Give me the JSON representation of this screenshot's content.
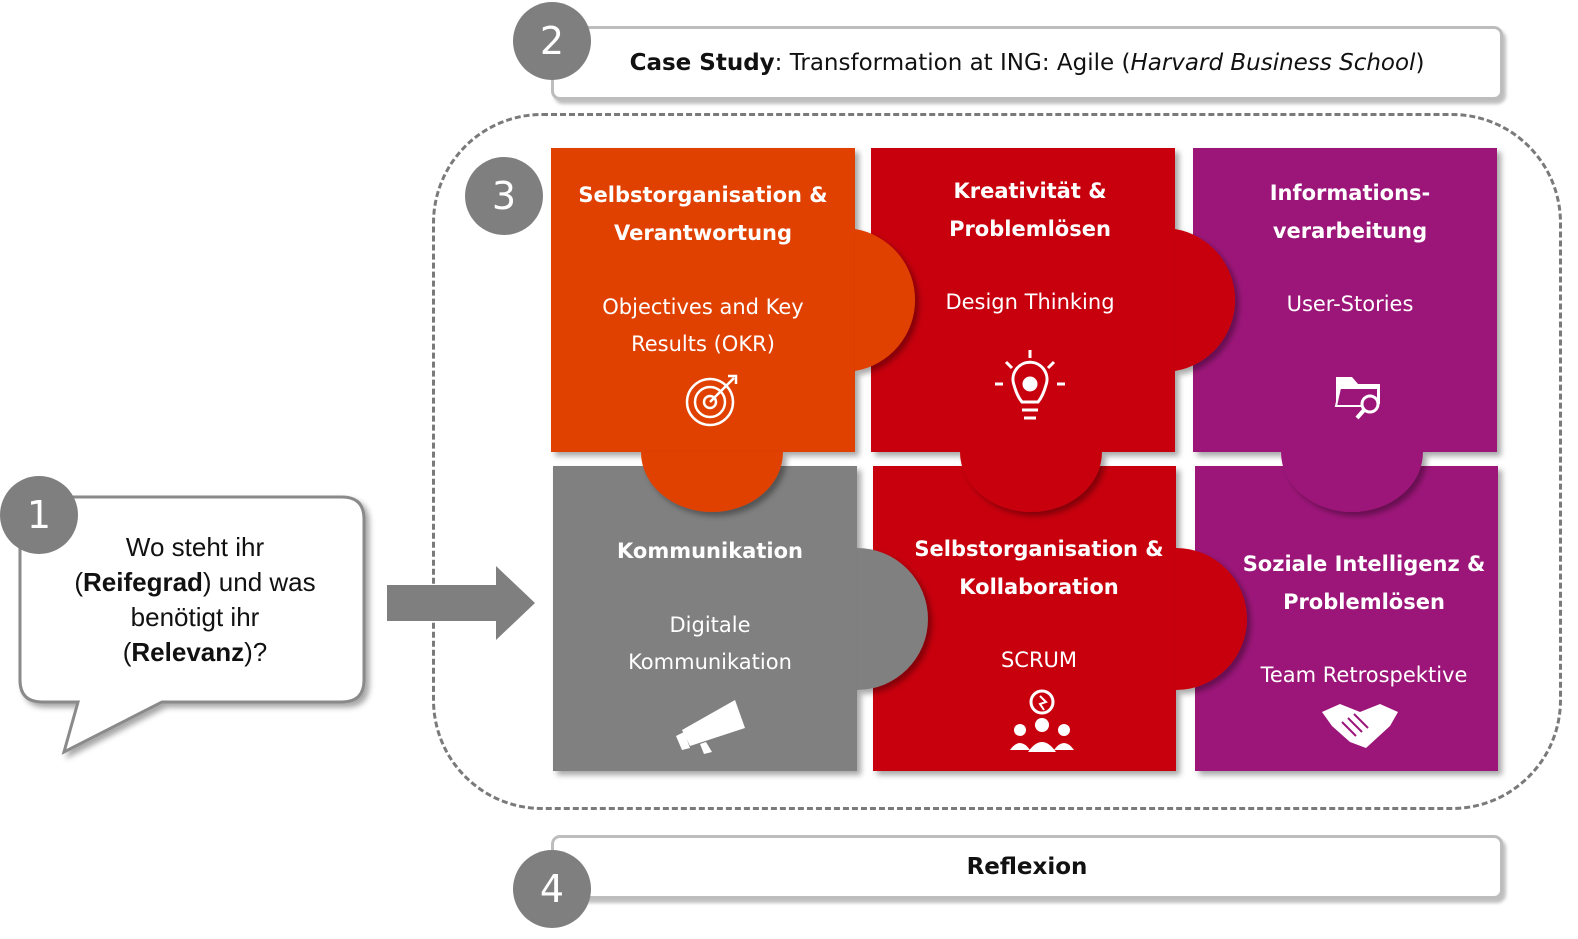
{
  "case_study": {
    "label": "Case Study",
    "text": ": Transformation at ING: Agile (",
    "source": "Harvard Business School",
    "close": ")"
  },
  "reflexion": "Reflexion",
  "steps": {
    "one": "1",
    "two": "2",
    "three": "3",
    "four": "4"
  },
  "bubble": {
    "line1": "Wo steht ihr",
    "paren_open": "(",
    "reifegrad": "Reifegrad",
    "line2_rest": ") und was",
    "line3": "benötigt ihr",
    "relevanz": "Relevanz",
    "line4_rest": ")?"
  },
  "pieces": [
    {
      "title1": "Selbstorganisation &",
      "title2": "Verantwortung",
      "sub1": "Objectives and Key",
      "sub2": "Results (OKR)",
      "color": "#e04000",
      "icon": "target-icon"
    },
    {
      "title1": "Kreativität &",
      "title2": "Problemlösen",
      "sub1": "Design Thinking",
      "color": "#c8000a",
      "icon": "lightbulb-gear-icon"
    },
    {
      "title1": "Informations-",
      "title2": "verarbeitung",
      "sub1": "User-Stories",
      "color": "#9c1679",
      "icon": "folder-search-icon"
    },
    {
      "title1": "Kommunikation",
      "sub1": "Digitale",
      "sub2": "Kommunikation",
      "color": "#808080",
      "icon": "megaphone-icon"
    },
    {
      "title1": "Selbstorganisation &",
      "title2": "Kollaboration",
      "sub1": "SCRUM",
      "color": "#c8000a",
      "icon": "team-idea-icon"
    },
    {
      "title1": "Soziale Intelligenz &",
      "title2": "Problemlösen",
      "sub1": "Team Retrospektive",
      "color": "#9c1679",
      "icon": "handshake-icon"
    }
  ]
}
